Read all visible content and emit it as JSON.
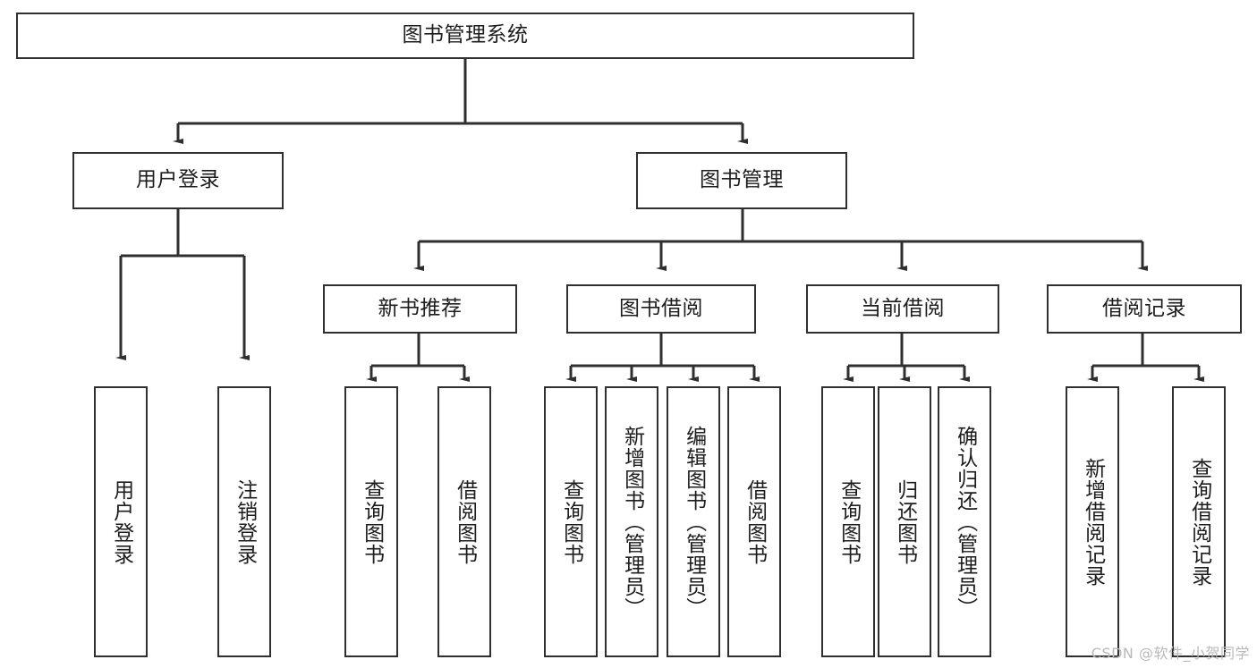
{
  "diagram": {
    "title": "图书管理系统",
    "type": "tree-hierarchy",
    "root": {
      "label": "图书管理系统"
    },
    "level2": [
      {
        "label": "用户登录"
      },
      {
        "label": "图书管理"
      }
    ],
    "level3": [
      {
        "label": "新书推荐"
      },
      {
        "label": "图书借阅"
      },
      {
        "label": "当前借阅"
      },
      {
        "label": "借阅记录"
      }
    ],
    "leaves": {
      "user_login": [
        {
          "label": "用户登录"
        },
        {
          "label": "注销登录"
        }
      ],
      "new_book_recommend": [
        {
          "label": "查询图书"
        },
        {
          "label": "借阅图书"
        }
      ],
      "book_borrow": [
        {
          "label": "查询图书"
        },
        {
          "label": "新增图书（管理员）"
        },
        {
          "label": "编辑图书（管理员）"
        },
        {
          "label": "借阅图书"
        }
      ],
      "current_borrow": [
        {
          "label": "查询图书"
        },
        {
          "label": "归还图书"
        },
        {
          "label": "确认归还（管理员）"
        }
      ],
      "borrow_record": [
        {
          "label": "新增借阅记录"
        },
        {
          "label": "查询借阅记录"
        }
      ]
    }
  },
  "watermark": {
    "text": "CSDN @软件_小贺同学"
  },
  "colors": {
    "stroke": "#2f2f2f",
    "background": "#ffffff",
    "text": "#1d1d1d",
    "watermark": "#b9b9b9"
  }
}
